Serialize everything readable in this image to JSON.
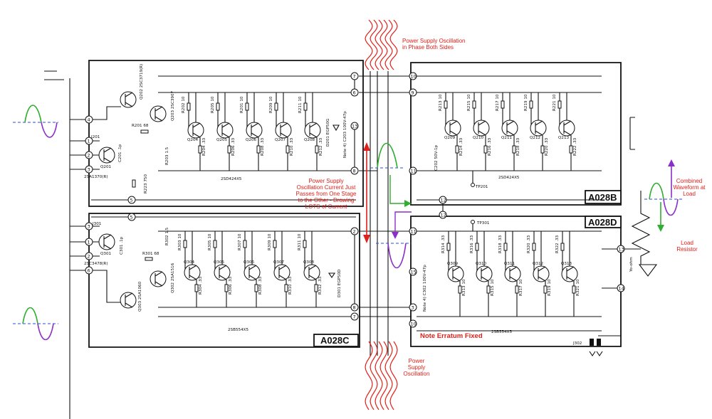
{
  "annotations": {
    "top_oscillation": "Power Supply Oscillation\nin Phase Both Sides",
    "middle_note": "Power Supply\nOscillation Current Just\nPasses from One Stage\nto the Other - Drawing\nLOTS of Current",
    "bottom_oscillation": "Power\nSupply\nOscillation",
    "combined_waveform": "Combined\nWaveform at\nLoad",
    "load_resistor": "Load\nResistor",
    "erratum": "Note Erratum Fixed"
  },
  "boards": {
    "b": "A028B",
    "c": "A028C",
    "d": "A028D"
  },
  "parts": {
    "upper_left": {
      "transistor_array": "2SD424X5",
      "driver_pnp": "2SA1370(R)",
      "q201": "Q201",
      "j201": "J201",
      "c201": "C201 .1p",
      "r201": "R201 68",
      "r223": "R223 750",
      "q202": "Q202 2SC3719(R)",
      "q203": "Q203 2SC3907",
      "diode": "D201 EGP50G",
      "cap_note": "Note 4) C203 100V-47p",
      "stages": [
        {
          "q": "Q204",
          "rb": "R202 10",
          "re": "R204 .33"
        },
        {
          "q": "Q205",
          "rb": "R205 10",
          "re": "R206 .33"
        },
        {
          "q": "Q206",
          "rb": "R201 10",
          "re": "R208 .33"
        },
        {
          "q": "Q207",
          "rb": "R209 10",
          "re": "R210 .33"
        },
        {
          "q": "Q208",
          "rb": "R211 10",
          "re": "R212 .33"
        }
      ],
      "r203": "R203 1.5"
    },
    "lower_left": {
      "transistor_array": "2SB554X5",
      "driver_npn": "2SC3478(R)",
      "q301": "Q301",
      "j301": "J301",
      "c301": "C301 .1p",
      "r301": "R301 68",
      "r302": "R302 1.5",
      "q302": "Q302 2SA1516",
      "q303": "Q303 2SA1060",
      "diode": "D301 EGP50D",
      "stages": [
        {
          "q": "Q304",
          "rb": "R303 10",
          "re": "R304 .33"
        },
        {
          "q": "Q305",
          "rb": "R305 10",
          "re": "R306 .33"
        },
        {
          "q": "Q306",
          "rb": "R307 10",
          "re": "R308 .33"
        },
        {
          "q": "Q307",
          "rb": "R309 10",
          "re": "R310 .33"
        },
        {
          "q": "Q308",
          "rb": "R311 10",
          "re": "R312 .33"
        }
      ]
    },
    "upper_right": {
      "transistor_array": "2SD424X5",
      "c202": "C202 50V-1p",
      "tp": "TP201",
      "stages": [
        {
          "q": "Q209",
          "rb": "R213 10",
          "re": "R214 .33"
        },
        {
          "q": "Q210",
          "rb": "R215 10",
          "re": "R216 .33"
        },
        {
          "q": "Q211",
          "rb": "R217 10",
          "re": "R218 .33"
        },
        {
          "q": "Q212",
          "rb": "R219 10",
          "re": "R220 .33"
        },
        {
          "q": "Q213",
          "rb": "R221 10",
          "re": "R222 .33"
        }
      ]
    },
    "lower_right": {
      "transistor_array": "2SB554X5",
      "c302": "Note 4) C302 100V-47p",
      "tp": "TP301",
      "j302": "J302",
      "terminal": "Yo-ohm",
      "stages": [
        {
          "q": "Q309",
          "rb": "R314 .33",
          "re": "R313 10"
        },
        {
          "q": "Q310",
          "rb": "R316 .33",
          "re": "R315 10"
        },
        {
          "q": "Q311",
          "rb": "R318 .33",
          "re": "R317 10"
        },
        {
          "q": "Q312",
          "rb": "R320 .33",
          "re": "R319 10"
        },
        {
          "q": "Q313",
          "rb": "R322 .33",
          "re": "R321 10"
        }
      ]
    }
  },
  "connector_numbers": {
    "left_top": [
      "4",
      "1",
      "2",
      "3"
    ],
    "left_bottom": [
      "3",
      "1",
      "2",
      "6"
    ],
    "mid_left": [
      "7",
      "6",
      "13",
      "8",
      "5",
      "2",
      "8",
      "7"
    ],
    "mid_right": [
      "10",
      "9",
      "11",
      "12",
      "12",
      "11",
      "15",
      "3",
      "10"
    ],
    "right_out": [
      "13",
      "14"
    ]
  },
  "colors": {
    "red": "#e0201a",
    "green": "#2fae2f",
    "purple": "#8b2fc9",
    "blue_axis": "#2a4fd8",
    "ink": "#111111"
  }
}
